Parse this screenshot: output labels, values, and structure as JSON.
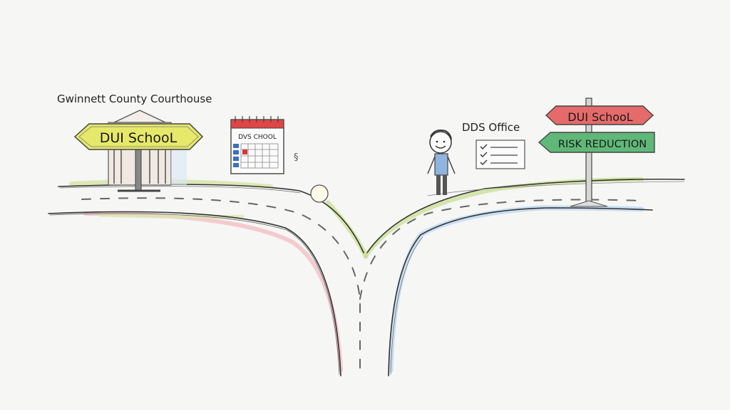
{
  "labels": {
    "courthouse": "Gwinnett County Courthouse",
    "dds_office": "DDS Office"
  },
  "signs": {
    "courthouse_sign": "DUI SchooL",
    "calendar_title": "DVS CHOOL",
    "right_top": "DUI SchooL",
    "right_bottom": "RISK REDUCTION"
  },
  "colors": {
    "background": "#f6f6f5",
    "yellow_sign": "#e6e86a",
    "red_sign": "#e56a6a",
    "green_sign": "#5fb877",
    "shirt_blue": "#8fb4e0",
    "calendar_red": "#d9383a",
    "check_blue": "#3a6fc4"
  },
  "icons": [
    "courthouse-building",
    "calendar-icon",
    "checklist-icon",
    "person-figure",
    "signpost",
    "ball",
    "road-fork"
  ]
}
